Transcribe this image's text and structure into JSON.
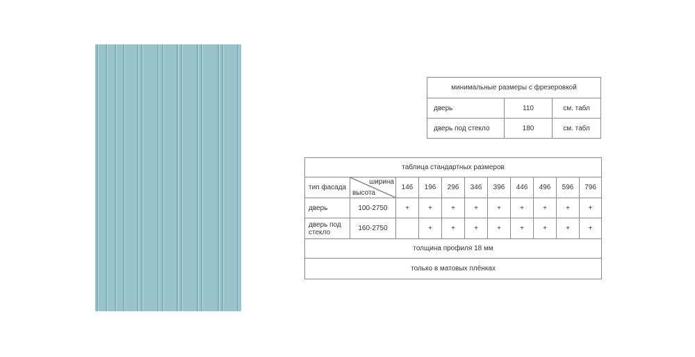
{
  "panel": {
    "name": "facade-panel-fluted",
    "color": "#98c3cb",
    "groove_color": "#7fb0b9",
    "highlight_color": "#b6d7dc"
  },
  "min_sizes_table": {
    "title": "минимальные размеры с фрезеровкой",
    "rows": [
      {
        "label": "дверь",
        "value": "110",
        "note": "см. табл"
      },
      {
        "label": "дверь под стекло",
        "value": "180",
        "note": "см. табл"
      }
    ]
  },
  "standard_sizes_table": {
    "title": "таблица стандартных размеров",
    "col_header_type": "тип фасада",
    "diag_width_label": "ширина",
    "diag_height_label": "высота",
    "widths": [
      "146",
      "196",
      "296",
      "346",
      "396",
      "446",
      "496",
      "596",
      "796"
    ],
    "rows": [
      {
        "label": "дверь",
        "height": "100-2750",
        "marks": [
          "+",
          "+",
          "+",
          "+",
          "+",
          "+",
          "+",
          "+",
          "+"
        ]
      },
      {
        "label": "дверь\nпод стекло",
        "height": "160-2750",
        "marks": [
          "",
          "+",
          "+",
          "+",
          "+",
          "+",
          "+",
          "+",
          "+"
        ]
      }
    ],
    "notes": [
      "толщина профиля 18 мм",
      "только в матовых плёнках"
    ]
  }
}
